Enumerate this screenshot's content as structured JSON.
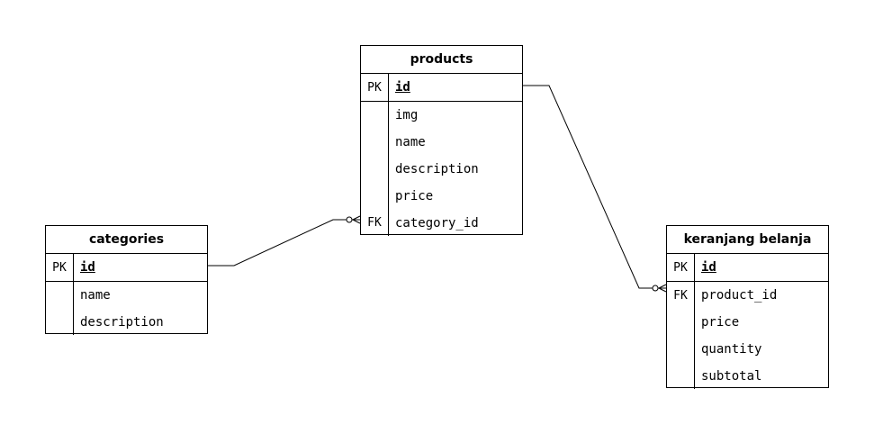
{
  "entities": {
    "products": {
      "title": "products",
      "pk": {
        "key": "PK",
        "field": "id"
      },
      "fields": [
        {
          "key": "",
          "field": "img"
        },
        {
          "key": "",
          "field": "name"
        },
        {
          "key": "",
          "field": "description"
        },
        {
          "key": "",
          "field": "price"
        },
        {
          "key": "FK",
          "field": "category_id"
        }
      ]
    },
    "categories": {
      "title": "categories",
      "pk": {
        "key": "PK",
        "field": "id"
      },
      "fields": [
        {
          "key": "",
          "field": "name"
        },
        {
          "key": "",
          "field": "description"
        }
      ]
    },
    "keranjang": {
      "title": "keranjang belanja",
      "pk": {
        "key": "PK",
        "field": "id"
      },
      "fields": [
        {
          "key": "FK",
          "field": "product_id"
        },
        {
          "key": "",
          "field": "price"
        },
        {
          "key": "",
          "field": "quantity"
        },
        {
          "key": "",
          "field": "subtotal"
        }
      ]
    }
  },
  "relationships": [
    {
      "from": "categories.id",
      "to": "products.category_id",
      "notation": "one-to-zero-or-many"
    },
    {
      "from": "products.id",
      "to": "keranjang.product_id",
      "notation": "one-to-zero-or-many"
    }
  ]
}
